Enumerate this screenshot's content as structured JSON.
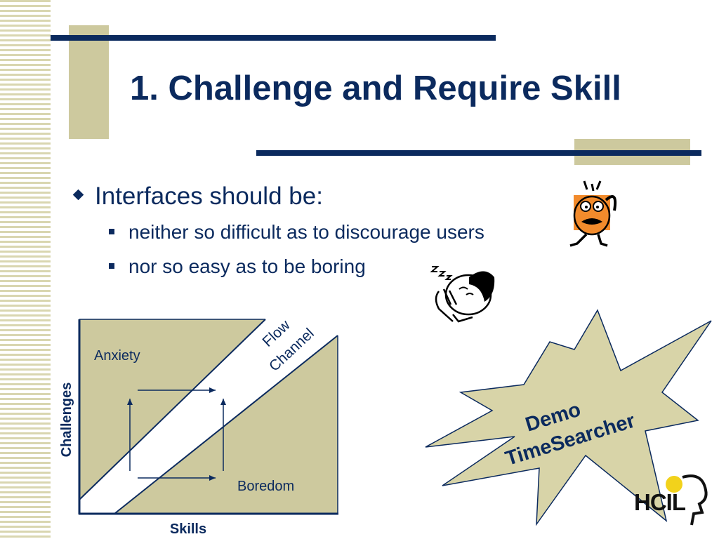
{
  "slide": {
    "title": "1. Challenge and Require Skill",
    "bullet": "Interfaces should be:",
    "sub_bullets": [
      "neither so difficult as to discourage users",
      "nor so easy as to be boring"
    ]
  },
  "flow_diagram": {
    "region_anxiety": "Anxiety",
    "region_boredom": "Boredom",
    "channel_line1": "Flow",
    "channel_line2": "Channel",
    "x_axis": "Skills",
    "y_axis": "Challenges"
  },
  "starburst": {
    "line1": "Demo",
    "line2": "TimeSearcher"
  },
  "logo": {
    "text": "HCIL"
  },
  "colors": {
    "navy": "#0b2a5e",
    "tan": "#cdc99e",
    "burst_fill": "#d8d4a8",
    "logo_yellow": "#f2d21b",
    "face_orange": "#f28b2c"
  }
}
